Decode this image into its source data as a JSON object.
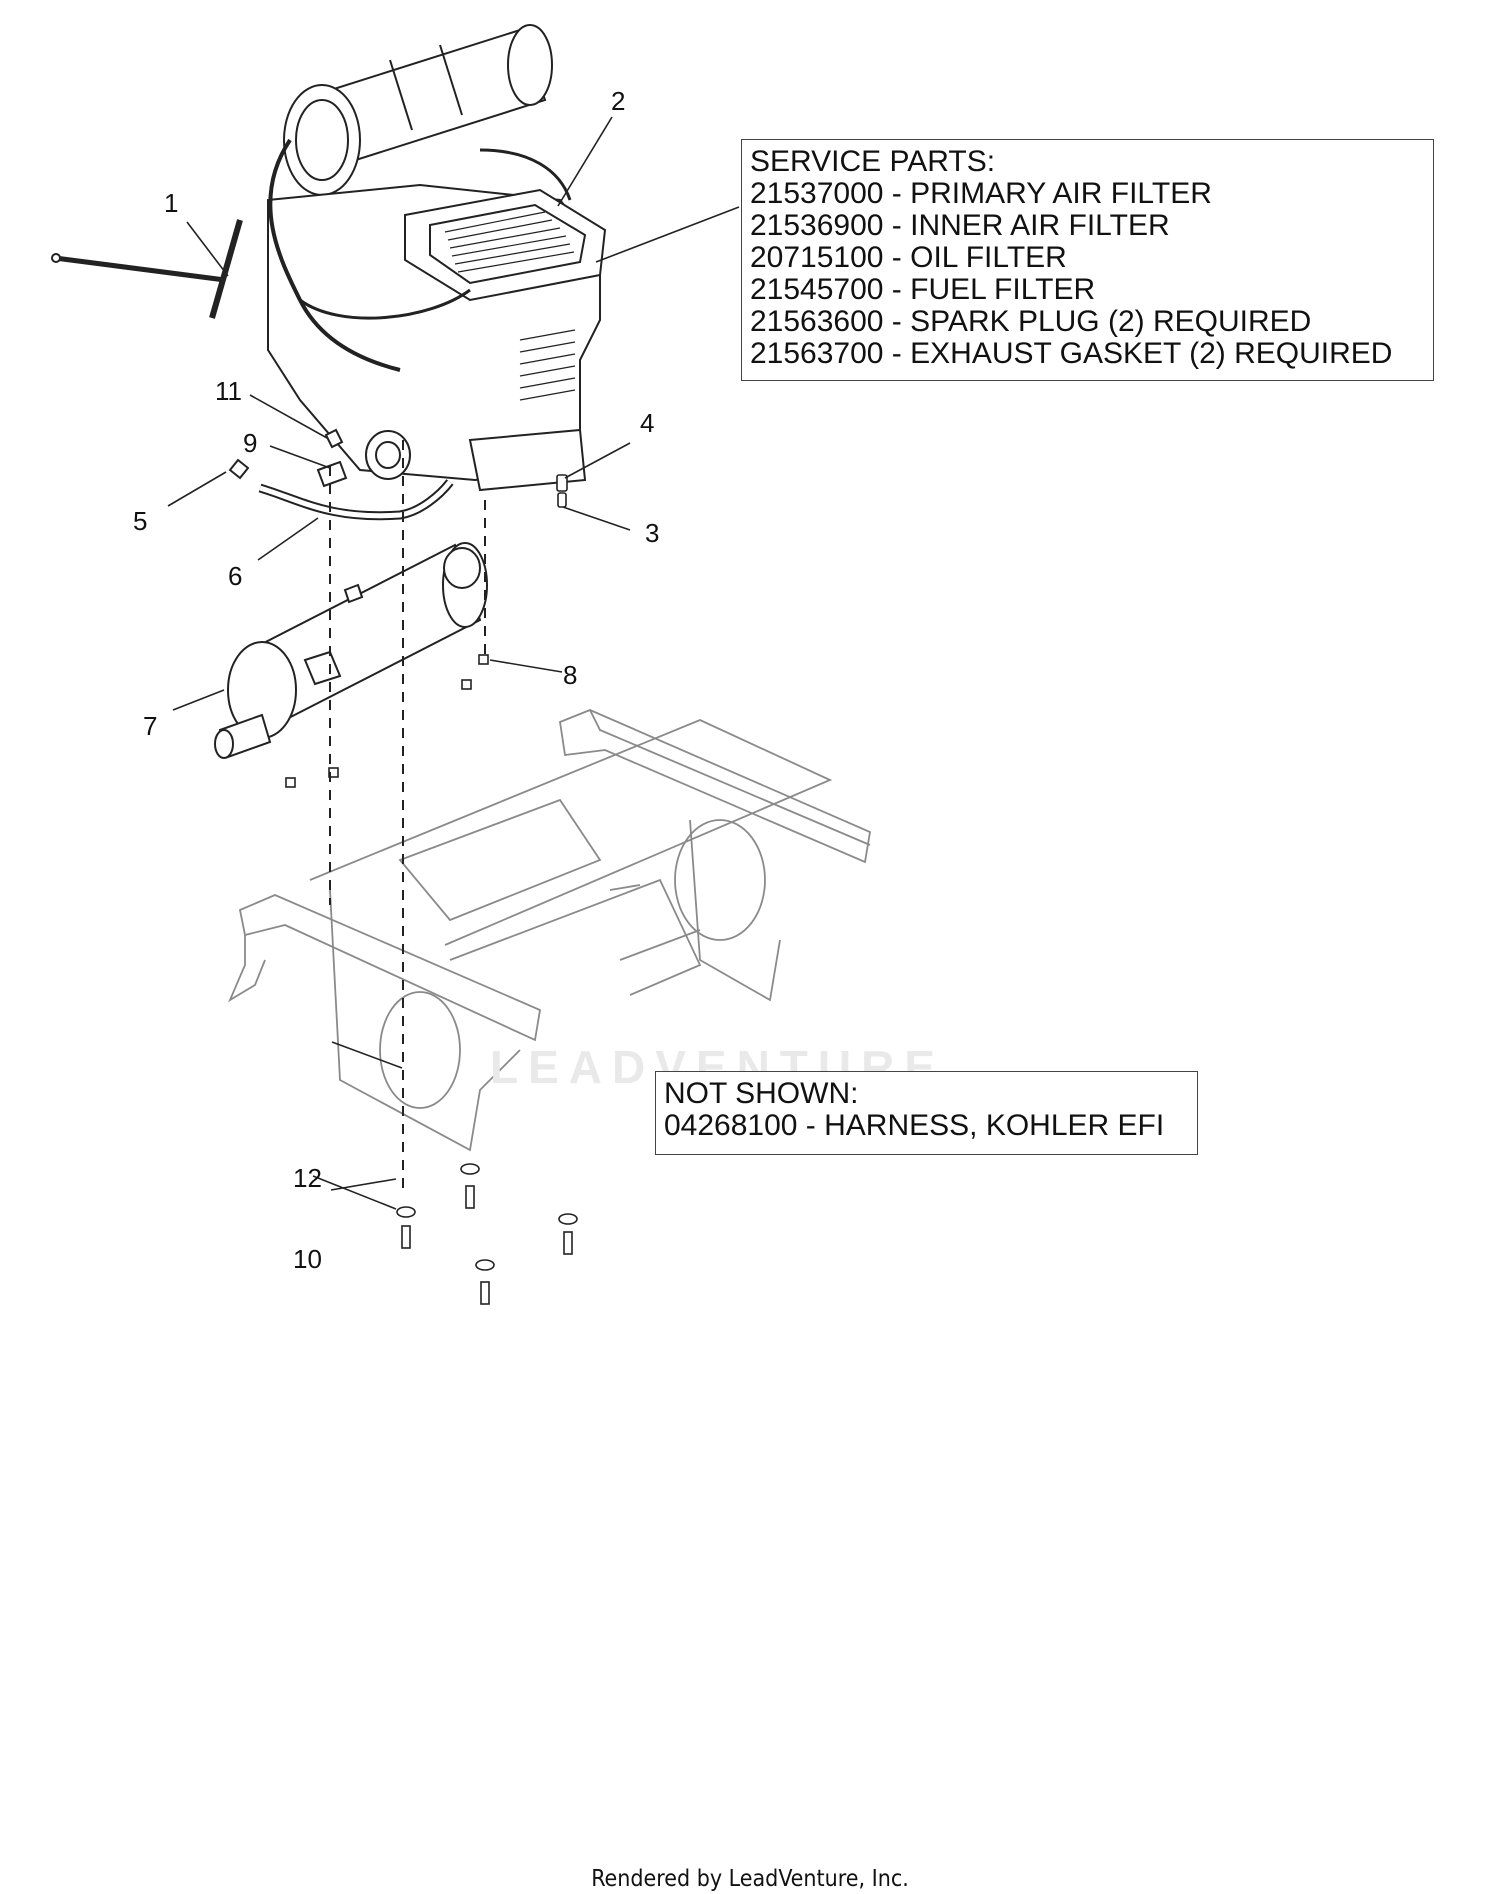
{
  "service_parts": {
    "heading": "SERVICE PARTS:",
    "lines": [
      "21537000 - PRIMARY AIR FILTER",
      "21536900 - INNER AIR FILTER",
      "20715100 - OIL FILTER",
      "21545700 - FUEL FILTER",
      "21563600 - SPARK PLUG (2) REQUIRED",
      "21563700 - EXHAUST GASKET (2) REQUIRED"
    ]
  },
  "not_shown": {
    "heading": "NOT SHOWN:",
    "lines": [
      "04268100 - HARNESS, KOHLER EFI"
    ]
  },
  "callouts": [
    "1",
    "2",
    "3",
    "4",
    "5",
    "6",
    "7",
    "8",
    "9",
    "10",
    "11",
    "12"
  ],
  "watermark": "LEADVENTURE",
  "footer": "Rendered by LeadVenture, Inc.",
  "colors": {
    "line": "#222222",
    "faint_frame": "#8a8a8a",
    "watermark": "#e9e9e9"
  }
}
